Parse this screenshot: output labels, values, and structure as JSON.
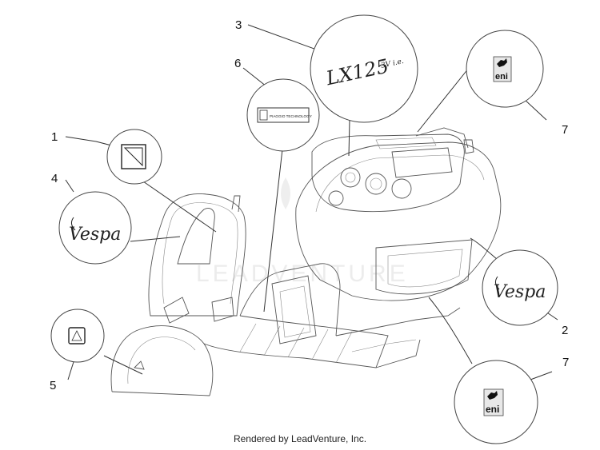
{
  "callouts": [
    {
      "id": "1",
      "label": "1"
    },
    {
      "id": "2",
      "label": "2"
    },
    {
      "id": "3",
      "label": "3"
    },
    {
      "id": "4",
      "label": "4"
    },
    {
      "id": "5",
      "label": "5"
    },
    {
      "id": "6",
      "label": "6"
    },
    {
      "id": "7a",
      "label": "7"
    },
    {
      "id": "7b",
      "label": "7"
    }
  ],
  "decals": {
    "lx": "LX125",
    "lx_sub": "3V i.e.",
    "piaggio": "PIAGGIO TECHNOLOGY",
    "vespa": "Vespa",
    "eni": "eni"
  },
  "watermark": "LEADVENTURE",
  "footer": "Rendered by LeadVenture, Inc."
}
